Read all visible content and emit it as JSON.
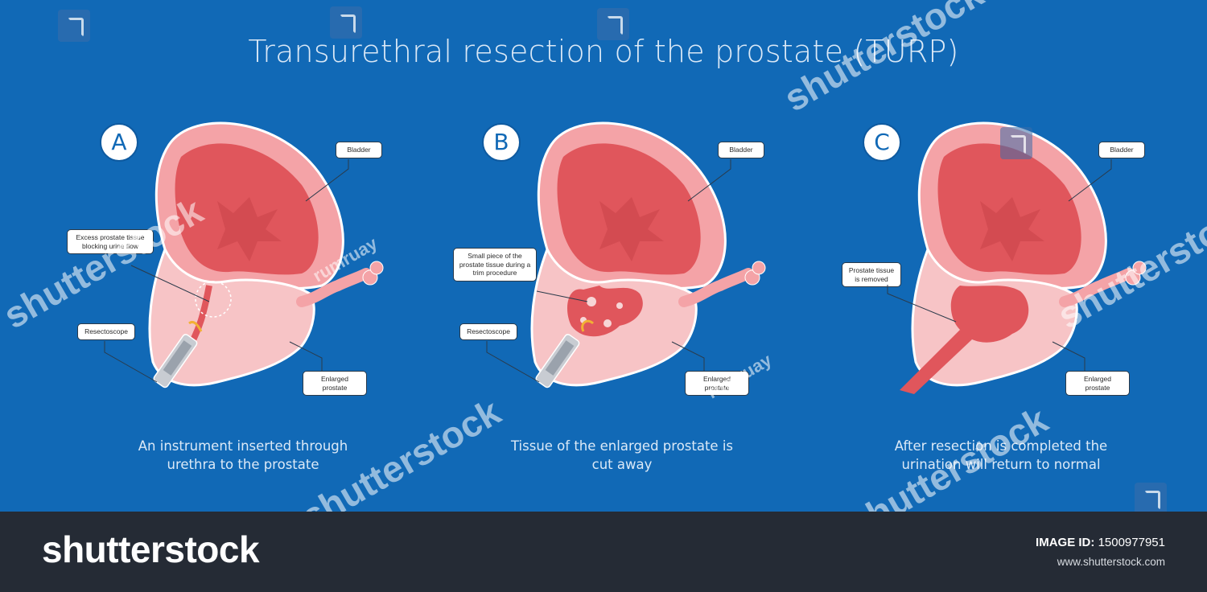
{
  "title": "Transurethral resection of the prostate (TURP)",
  "colors": {
    "background": "#1169b6",
    "bladder_outer": "#f4a3a7",
    "bladder_inner": "#e0565c",
    "prostate": "#f7c4c6",
    "footer": "#252b35"
  },
  "panels": [
    {
      "letter": "A",
      "labels": {
        "bladder": "Bladder",
        "tissue": "Excess prostate tissue blocking urine flow",
        "scope": "Resectoscope",
        "prostate": "Enlarged prostate"
      },
      "caption_line1": "An instrument inserted through",
      "caption_line2": "urethra to the prostate"
    },
    {
      "letter": "B",
      "labels": {
        "bladder": "Bladder",
        "tissue": "Small piece of the prostate tissue during a trim procedure",
        "scope": "Resectoscope",
        "prostate": "Enlarged prostate"
      },
      "caption_line1": "Tissue of the enlarged prostate is",
      "caption_line2": "cut away"
    },
    {
      "letter": "C",
      "labels": {
        "bladder": "Bladder",
        "tissue": "Prostate tissue is removed",
        "prostate": "Enlarged prostate"
      },
      "caption_line1": "After resection is completed the",
      "caption_line2": "urination will return to normal"
    }
  ],
  "watermarks": {
    "stock": "shutterstock",
    "artist": "rumruay"
  },
  "footer": {
    "brand": "shutterstock",
    "image_id_label": "IMAGE ID:",
    "image_id": "1500977951",
    "site": "www.shutterstock.com"
  }
}
